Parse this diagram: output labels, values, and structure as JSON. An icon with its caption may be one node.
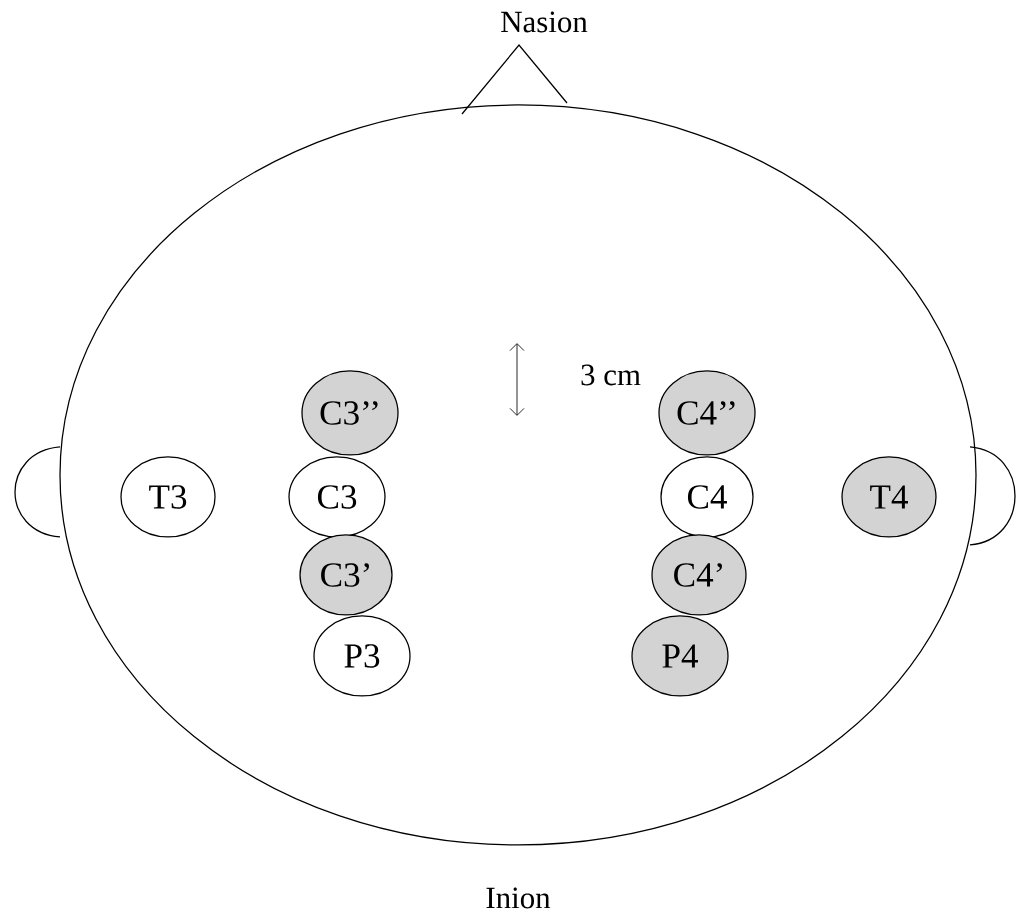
{
  "diagram": {
    "nodes": [
      {
        "text": [],
        "shape": "ellipse"
      },
      {
        "text": [
          "T3"
        ],
        "in": 0
      },
      {
        "text": [
          "C3’’"
        ],
        "in": 0
      },
      {
        "text": [
          "C3"
        ],
        "in": 0
      },
      {
        "text": [
          "C3’"
        ],
        "in": 0
      },
      {
        "text": [
          "P3"
        ],
        "in": 0
      },
      {
        "text": [
          "C4’’"
        ],
        "in": 0
      },
      {
        "text": [
          "C4"
        ],
        "in": 0
      },
      {
        "text": [
          "C4’"
        ],
        "in": 0
      },
      {
        "text": [
          "P4"
        ],
        "in": 0
      },
      {
        "text": [
          "T4"
        ],
        "in": 0
      }
    ],
    "labels": [
      "Nasion",
      "3 cm",
      "Inion"
    ]
  }
}
